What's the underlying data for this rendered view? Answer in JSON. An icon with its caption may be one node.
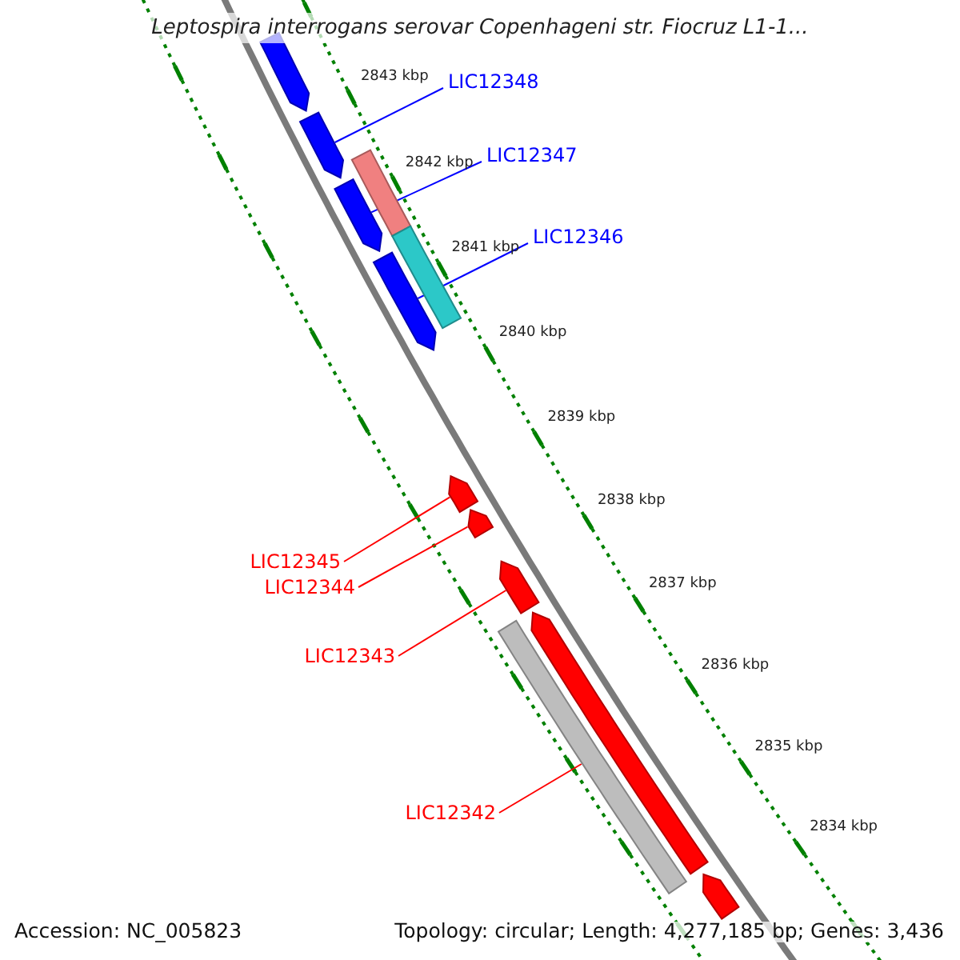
{
  "diagram": {
    "title": "Leptospira interrogans serovar Copenhageni str. Fiocruz L1-1...",
    "nodes": [
      {
        "text": [
          "LIC12348"
        ]
      },
      {
        "text": [],
        "shape": "arrow"
      },
      {
        "text": [
          "LIC12347"
        ]
      },
      {
        "text": [],
        "shape": "arrow"
      },
      {
        "text": [
          "LIC12346"
        ]
      },
      {
        "text": [],
        "shape": "arrow"
      },
      {
        "text": [
          "LIC12345"
        ]
      },
      {
        "text": [],
        "shape": "arrow"
      },
      {
        "text": [
          "LIC12344"
        ]
      },
      {
        "text": [],
        "shape": "arrow"
      },
      {
        "text": [
          "LIC12343"
        ]
      },
      {
        "text": [],
        "shape": "arrow"
      },
      {
        "text": [
          "LIC12342"
        ]
      },
      {
        "text": [],
        "shape": "arrow"
      },
      {
        "text": [],
        "shape": "arrow"
      },
      {
        "text": [],
        "shape": "bar"
      },
      {
        "text": [],
        "shape": "bar"
      },
      {
        "text": [],
        "shape": "bar"
      },
      {
        "text": [],
        "shape": "arrow"
      }
    ],
    "edges": [
      {
        "from": 0,
        "to": 1,
        "arrow": "none",
        "color": "#0000ff"
      },
      {
        "from": 2,
        "to": 3,
        "arrow": "none",
        "color": "#0000ff"
      },
      {
        "from": 4,
        "to": 5,
        "arrow": "none",
        "color": "#0000ff"
      },
      {
        "from": 6,
        "to": 7,
        "arrow": "none"
      },
      {
        "from": 8,
        "to": 9,
        "arrow": "none"
      },
      {
        "from": 10,
        "to": 11,
        "arrow": "none"
      },
      {
        "from": 12,
        "to": 17,
        "arrow": "none"
      }
    ],
    "labels": [
      "2843 kbp",
      "2842 kbp",
      "2841 kbp",
      "2840 kbp",
      "2839 kbp",
      "2838 kbp",
      "2837 kbp",
      "2836 kbp",
      "2835 kbp",
      "2834 kbp",
      "Accession: NC_005823",
      "Topology: circular; Length: 4,277,185 bp; Genes: 3,436"
    ]
  }
}
